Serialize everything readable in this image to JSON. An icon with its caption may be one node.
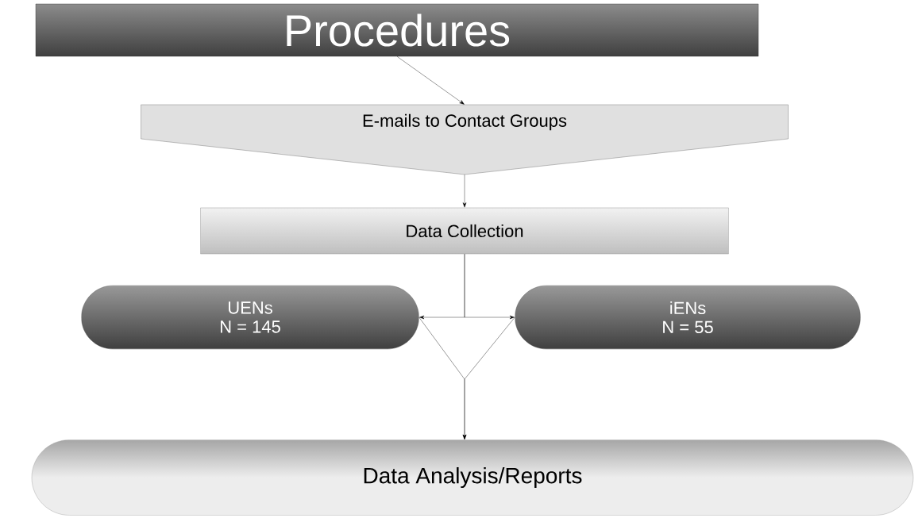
{
  "diagram": {
    "nodes": [
      {
        "text": [
          "Procedures"
        ]
      },
      {
        "text": [
          "E-mails to Contact Groups"
        ]
      },
      {
        "text": [
          "Data Collection"
        ]
      },
      {
        "text": [
          "UENs",
          "N = 145"
        ]
      },
      {
        "text": [
          "iENs",
          "N = 55"
        ]
      },
      {
        "text": [
          "Data Analysis/Reports"
        ]
      }
    ],
    "edges": [
      {
        "from": 0,
        "to": 1,
        "arrow": "to"
      },
      {
        "from": 1,
        "to": 2,
        "arrow": "to"
      },
      {
        "from": 2,
        "to": 3,
        "arrow": "to"
      },
      {
        "from": 2,
        "to": 4,
        "arrow": "to"
      },
      {
        "from": 3,
        "to": 5,
        "arrow": "to"
      },
      {
        "from": 4,
        "to": 5,
        "arrow": "to"
      }
    ]
  }
}
